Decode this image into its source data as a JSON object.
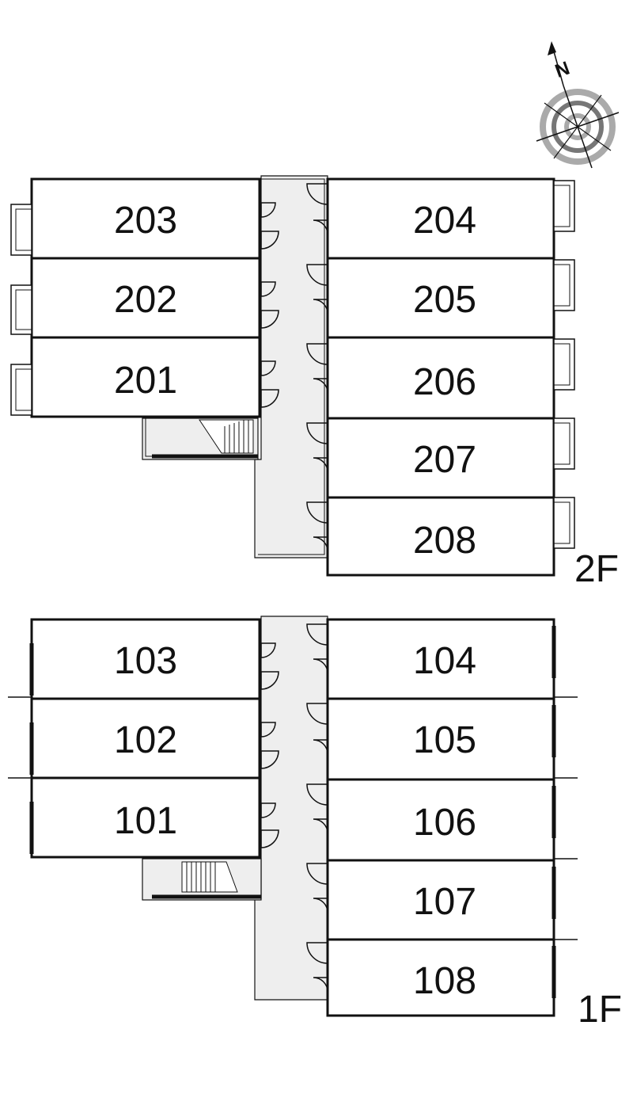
{
  "compass": {
    "north_label": "N",
    "icon": "compass-rose-icon"
  },
  "floors": [
    {
      "label": "2F",
      "units": {
        "left": [
          "203",
          "202",
          "201"
        ],
        "right": [
          "204",
          "205",
          "206",
          "207",
          "208"
        ]
      }
    },
    {
      "label": "1F",
      "units": {
        "left": [
          "103",
          "102",
          "101"
        ],
        "right": [
          "104",
          "105",
          "106",
          "107",
          "108"
        ]
      }
    }
  ],
  "colors": {
    "line": "#111111",
    "corridor": "#eeeeee",
    "balcony_fill": "#ffffff"
  }
}
